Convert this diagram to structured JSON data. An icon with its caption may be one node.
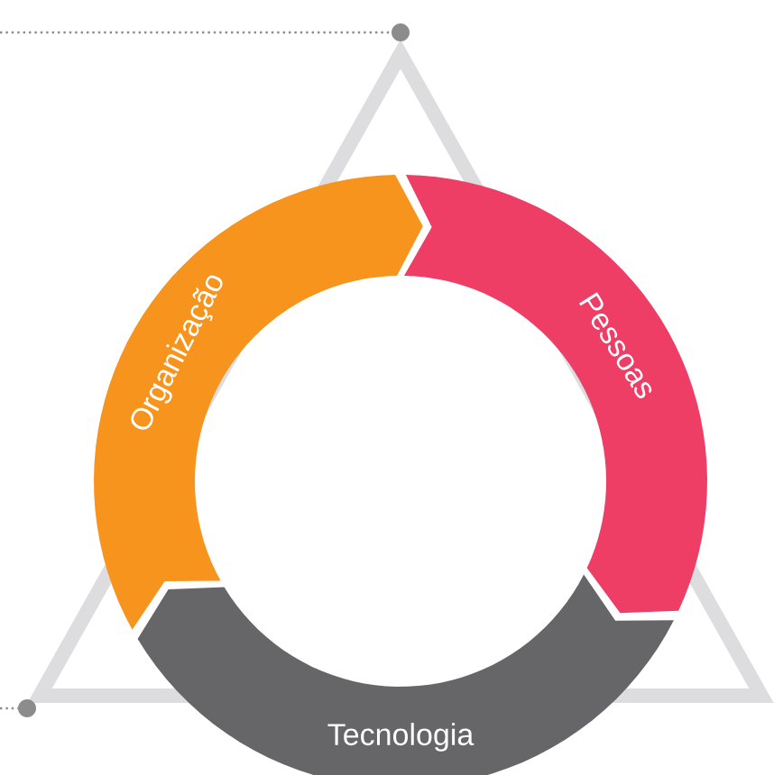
{
  "diagram": {
    "nodes": [
      {
        "text": [
          "Organização"
        ]
      },
      {
        "text": [
          "Pessoas"
        ]
      },
      {
        "text": [
          "Tecnologia"
        ]
      }
    ]
  }
}
